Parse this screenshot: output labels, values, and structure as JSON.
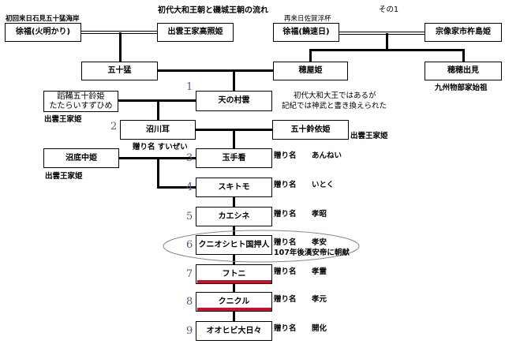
{
  "title": "初代大和王朝と磯城王朝の流れ",
  "page": "その1",
  "labels": {
    "first_arrival": "初回来日石見五十猛海岸",
    "second_arrival": "再来日佐賀浮杯",
    "kyushu": "九州物部家始祖",
    "izumo1": "出雲王家姫",
    "izumo2": "出雲王家姫",
    "izumo3": "出雲王家姫",
    "note1": "初代大和大王ではあるが",
    "note2": "記紀では神武と書き換えられた",
    "suizei": "贈り名 すいぜい",
    "okurina": "贈り名"
  },
  "boxes": {
    "jofuku1": "徐福(火明かり)",
    "takateru": "出雲王家高照姫",
    "isotake": "五十猛",
    "jofuku2": "徐福(饒速日)",
    "munakata": "宗像家市杵島姫",
    "hoya": "穂屋姫",
    "hohodemi": "穂穂出見",
    "tatara1": "蹈鞴五十鈴姫",
    "tatara2": "たたらいすずひめ",
    "amanomurakumo": "天の村雲",
    "nunakawa": "沼川耳",
    "isuzuyori": "五十鈴依姫",
    "nunasoko": "沼底中姫"
  },
  "kings": [
    {
      "num": "1"
    },
    {
      "num": "2"
    },
    {
      "num": "3",
      "name": "玉手看",
      "okurina": "あんねい"
    },
    {
      "num": "4",
      "name": "スキトモ",
      "okurina": "いとく"
    },
    {
      "num": "5",
      "name": "カエシネ",
      "okurina": "孝昭"
    },
    {
      "num": "6",
      "name": "クニオシヒト国押人",
      "okurina": "孝安",
      "note": "107年後漢安帝に朝献"
    },
    {
      "num": "7",
      "name": "フトニ",
      "okurina": "孝霊"
    },
    {
      "num": "8",
      "name": "クニクル",
      "okurina": "孝元"
    },
    {
      "num": "9",
      "name": "オオヒビ大日々",
      "okurina": "開化"
    }
  ],
  "colors": {
    "highlight": "#c8102e",
    "number": "#55558a"
  }
}
